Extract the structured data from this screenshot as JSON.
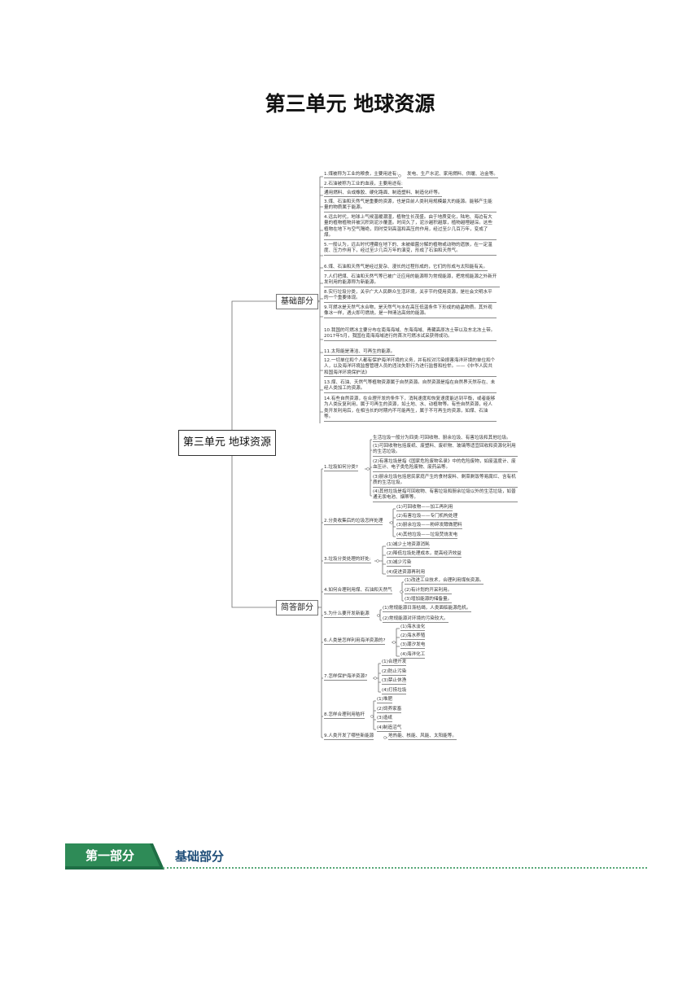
{
  "page_title": "第三单元  地球资源",
  "mindmap": {
    "root": "第三单元 地球资源",
    "basic": {
      "label": "基础部分",
      "items": [
        "1.煤被称为工业的粮食，主要用途有:",
        "发电、生产水泥、家用燃料、供暖、冶金等。",
        "2.石油被称为工业的血液，主要用途有:",
        "通用燃料、合成橡胶、硬化路面、制造塑料、制造化纤等。",
        "3.煤、石油和天然气是重要的资源，也是目前人类利用规模最大的能源。能够产生能量的物质属于能源。",
        "4.远古时代，地球上气候温暖潮湿，植物生长茂盛。由于地质变化，陆地、海边有大量的植物植物并被沉积到泥沙覆盖。时间久了，泥沙越积越厚，植物越埋越深。这些植物在地下与空气隔绝，同时受到高温和高压的作用，经过至少几百万年，变成了煤。",
        "5.一般认为，远古时代埋藏在地下的、未被细菌分解的植物或动物的遗骸，在一定温度、压力作用下，经过至少几百万年的演变，形成了石油和天然气。",
        "6.煤、石油和天然气是经过复杂、漫长的过程形成的，它们的形成与太阳能有关。",
        "7.人们把煤、石油和天然气等已被广泛应用的能源称为常规能源，把常规能源之外新开发利用的能源称为新能源。",
        "8.实行垃圾分类，关乎广大人民群众生活环境，关乎节约使用资源，是社会文明水平的一个重要体现。",
        "9.可燃冰是天然气水合物，是天然气与水在高压低温条件下形成的结晶物质。其外观像冰一样，遇火即可燃烧，是一种清洁高效的能源。",
        "10.我国的可燃冰主要分布在南海海域、东海海域、青藏高原冻土带以及东北冻土带。2017年5月，我国在南海海域进行的首次可燃冰试采获得成功。",
        "11.太阳能是清洁、可再生的能源。",
        "12.一切单位和个人都有保护海洋环境的义务，并有权对污染损害海洋环境的单位和个人，以及海洋环境监督管理人员的违法失职行为进行监督和检举。——《中华人民共和国海洋环境保护法》",
        "13.煤、石油、天然气等植物资源属于自然资源。自然资源是指在自然界天然存在、未经人类加工的资源。",
        "14.有些自然资源，在合理开发的条件下，消耗速度和恢复速度能达到平衡，或者能够为人类反复利用，属于可再生的资源，如土地、水、动植物等。有些自然资源，经人类开发利用后，在相当长的时期内不可能再生，属于不可再生的资源，如煤、石油等。"
      ]
    },
    "brief": {
      "label": "简答部分",
      "q1": {
        "label": "1.垃圾如何分类?",
        "items": [
          "生活垃圾一般分为四类:可回收物、厨余垃圾、有害垃圾和其他垃圾。",
          "(1)可回收物包括废纸、废塑料、废织物、玻璃等适宜回收和资源化利用的生活垃圾。",
          "(2)有害垃圾是指《国家危险废物名录》中的危险废物，如废温度计、废血压计、电子类危险废物、废药品等。",
          "(3)厨余垃圾包括居民家庭产生的食材废料、剩菜剩饭等易腐烂、含有机质的生活垃圾。",
          "(4)其他垃圾是指可回收物、有害垃圾和厨余垃圾以外的生活垃圾，如普通无汞电池、烟蒂等。"
        ]
      },
      "q2": {
        "label": "2.分类收集后的垃圾怎样处理",
        "items": [
          "(1)可回收物——加工再利用",
          "(2)有害垃圾——专门机构处理",
          "(3)厨余垃圾——粉碎发酵做肥料",
          "(4)其他垃圾——垃圾焚烧发电"
        ]
      },
      "q3": {
        "label": "3.垃圾分类处理的好处:",
        "items": [
          "(1)减少土地资源消耗",
          "(2)降低垃圾处理成本，提高经济效益",
          "(3)减少污染",
          "(4)促进资源再利用"
        ]
      },
      "q4": {
        "label": "4.如何合理利用煤、石油和天然气",
        "items": [
          "(1)改进工业技术，合理利用煤炭资源。",
          "(2)有计划的开采利用。",
          "(3)增加能源的储备量。"
        ]
      },
      "q5": {
        "label": "5.为什么要开发新能源",
        "items": [
          "(1)常规能源日渐枯竭，人类面临能源危机。",
          "(2)常规能源对环境的污染较大。"
        ]
      },
      "q6": {
        "label": "6.人类是怎样利用海洋资源的?",
        "items": [
          "(1)海水淡化",
          "(2)海水养殖",
          "(3)潮汐发电",
          "(4)海洋化工"
        ]
      },
      "q7": {
        "label": "7.怎样保护海洋资源?",
        "items": [
          "(1)合理开发",
          "(2)防止污染",
          "(3)禁止休渔",
          "(4)打捞垃圾"
        ]
      },
      "q8": {
        "label": "8.怎样合理利用秸秆",
        "items": [
          "(1)堆肥",
          "(2)饲养家畜",
          "(3)造纸",
          "(4)制造沼气"
        ]
      },
      "q9": {
        "label": "9.人类开发了哪些新能源",
        "answer": "地热能、核能、风能、太阳能等。"
      }
    }
  },
  "section": {
    "badge": "第一部分",
    "heading": "基础部分"
  },
  "colors": {
    "banner_green": "#2e8b57",
    "heading_blue": "#1f4e79"
  }
}
